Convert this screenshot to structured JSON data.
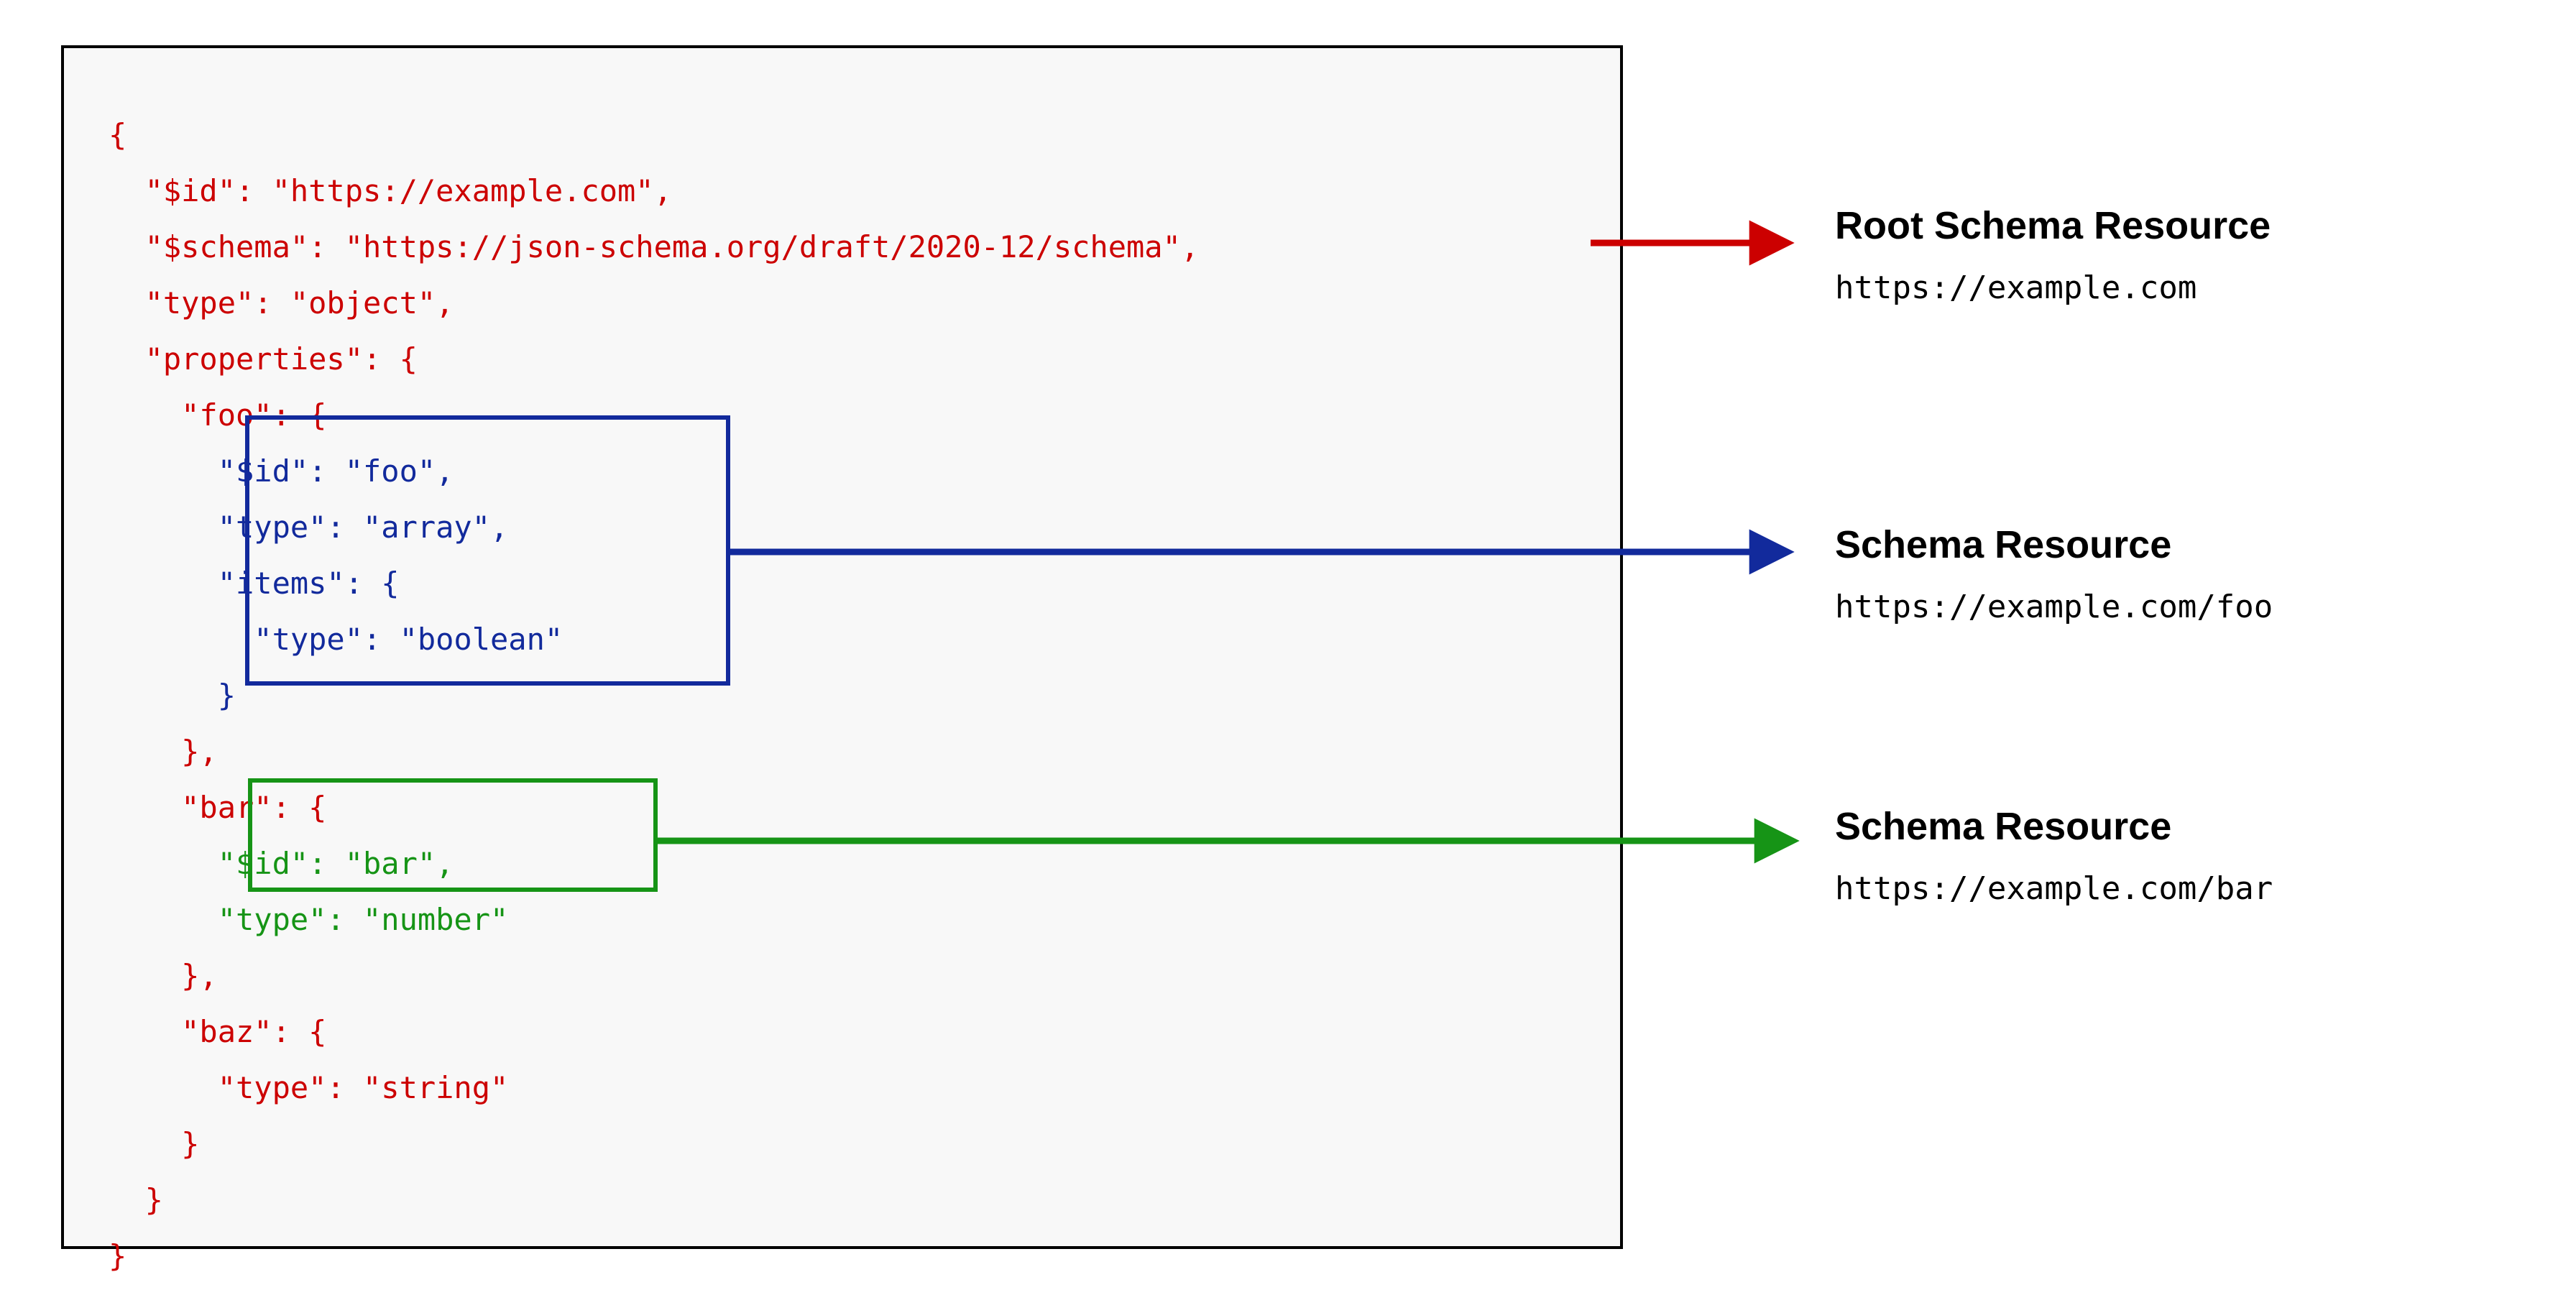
{
  "diagram": {
    "title_semantic": "json-schema-resource-identification-diagram",
    "code_panel": {
      "background": "#f8f8f8",
      "border_color": "#000000",
      "default_text_color": "#cc0000",
      "lines": [
        {
          "text": "{",
          "color": "red"
        },
        {
          "text": "  \"$id\": \"https://example.com\",",
          "color": "red"
        },
        {
          "text": "  \"$schema\": \"https://json-schema.org/draft/2020-12/schema\",",
          "color": "red"
        },
        {
          "text": "  \"type\": \"object\",",
          "color": "red"
        },
        {
          "text": "  \"properties\": {",
          "color": "red"
        },
        {
          "text": "    \"foo\": {",
          "color": "red"
        },
        {
          "text": "      \"$id\": \"foo\",",
          "color": "blue"
        },
        {
          "text": "      \"type\": \"array\",",
          "color": "blue"
        },
        {
          "text": "      \"items\": {",
          "color": "blue"
        },
        {
          "text": "        \"type\": \"boolean\"",
          "color": "blue"
        },
        {
          "text": "      }",
          "color": "blue"
        },
        {
          "text": "    },",
          "color": "red"
        },
        {
          "text": "    \"bar\": {",
          "color": "red"
        },
        {
          "text": "      \"$id\": \"bar\",",
          "color": "green"
        },
        {
          "text": "      \"type\": \"number\"",
          "color": "green"
        },
        {
          "text": "    },",
          "color": "red"
        },
        {
          "text": "    \"baz\": {",
          "color": "red"
        },
        {
          "text": "      \"type\": \"string\"",
          "color": "red"
        },
        {
          "text": "    }",
          "color": "red"
        },
        {
          "text": "  }",
          "color": "red"
        },
        {
          "text": "}",
          "color": "red"
        }
      ]
    },
    "highlights": [
      {
        "name": "foo-schema-resource-box",
        "color": "#122a9c"
      },
      {
        "name": "bar-schema-resource-box",
        "color": "#169416"
      }
    ],
    "annotations": [
      {
        "name": "root-schema-resource",
        "title": "Root Schema Resource",
        "url": "https://example.com",
        "color": "#cc0000"
      },
      {
        "name": "foo-schema-resource",
        "title": "Schema Resource",
        "url": "https://example.com/foo",
        "color": "#122a9c"
      },
      {
        "name": "bar-schema-resource",
        "title": "Schema Resource",
        "url": "https://example.com/bar",
        "color": "#169416"
      }
    ]
  }
}
